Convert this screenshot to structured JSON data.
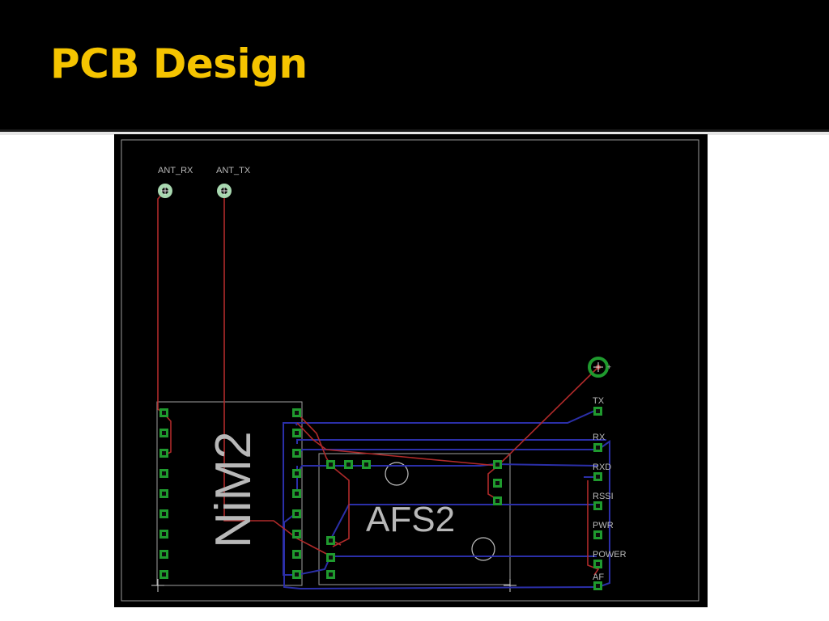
{
  "slide": {
    "title": "PCB Design"
  },
  "colors": {
    "title": "#f5c400",
    "background_top": "#000000",
    "board_background": "#000000",
    "top_trace": "#b02a2a",
    "bottom_trace": "#2b2fa8",
    "pad": "#1f9a2e",
    "silkscreen": "#b8b8b8"
  },
  "pcb": {
    "labels": {
      "ant_rx": "ANT_RX",
      "ant_tx": "ANT_TX",
      "nim2": "NiM2",
      "afs2": "AFS2",
      "tx": "TX",
      "rx": "RX",
      "rxd": "RXD",
      "rssi": "RSSI",
      "pwr": "PWR",
      "power": "POWER",
      "af": "AF"
    }
  }
}
